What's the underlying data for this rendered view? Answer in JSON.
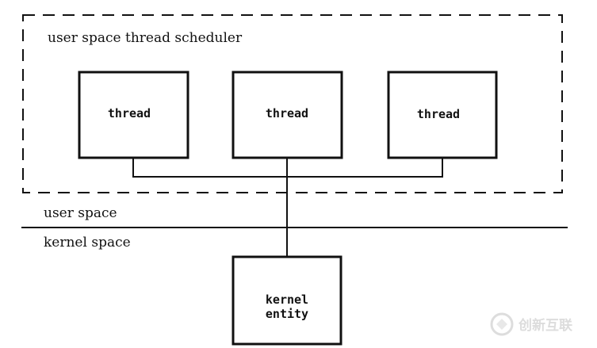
{
  "scheduler": {
    "label": "user space thread scheduler"
  },
  "threads": [
    {
      "label": "thread"
    },
    {
      "label": "thread"
    },
    {
      "label": "thread"
    }
  ],
  "divider": {
    "upper_label": "user space",
    "lower_label": "kernel space"
  },
  "kernel_entity": {
    "line1": "kernel",
    "line2": "entity"
  },
  "watermark": {
    "text": "创新互联"
  }
}
